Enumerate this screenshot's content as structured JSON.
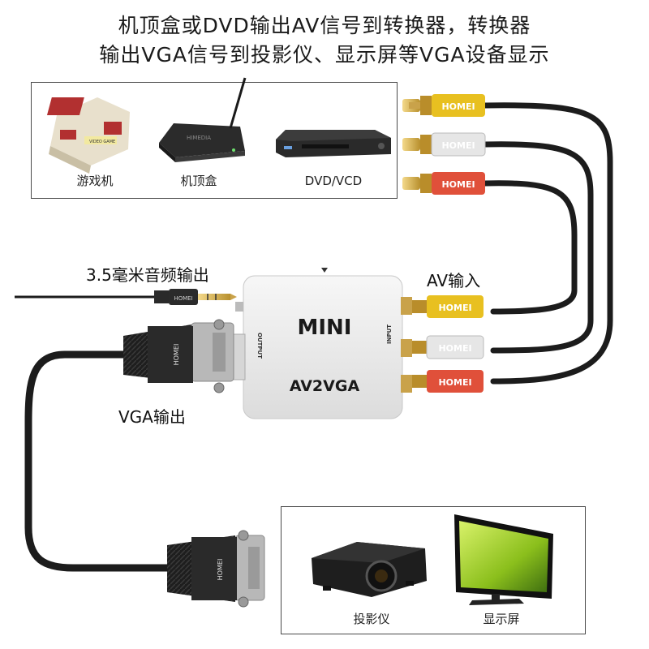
{
  "headline": {
    "line1": "机顶盒或DVD输出AV信号到转换器，转换器",
    "line2": "输出VGA信号到投影仪、显示屏等VGA设备显示"
  },
  "sources": [
    {
      "label": "游戏机",
      "icon": "game-console-icon"
    },
    {
      "label": "机顶盒",
      "icon": "set-top-box-icon"
    },
    {
      "label": "DVD/VCD",
      "icon": "dvd-player-icon"
    }
  ],
  "converter": {
    "top_text": "MINI",
    "bottom_text": "AV2VGA",
    "output_side": "OUTPUT",
    "input_side": "INPUT"
  },
  "labels": {
    "audio_out": "3.5毫米音频输出",
    "av_in": "AV输入",
    "vga_out": "VGA输出"
  },
  "cable_brand": "HOMEI",
  "displays": [
    {
      "label": "投影仪",
      "icon": "projector-icon"
    },
    {
      "label": "显示屏",
      "icon": "monitor-icon"
    }
  ],
  "colors": {
    "rca_yellow": "#e8c020",
    "rca_white": "#e8e8e8",
    "rca_red": "#e0503a",
    "cable": "#1c1c1c",
    "converter_body": "#ececec"
  }
}
